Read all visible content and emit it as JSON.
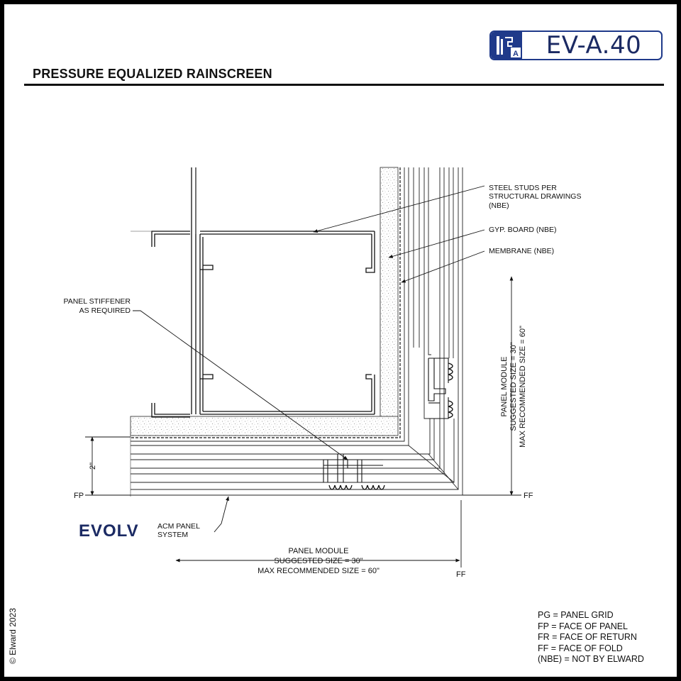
{
  "sheet": {
    "code": "EV-A.40",
    "title": "PRESSURE EQUALIZED RAINSCREEN",
    "copyright": "© Elward 2023",
    "badge_letter": "A"
  },
  "callouts": {
    "steel_studs": [
      "STEEL STUDS PER",
      "STRUCTURAL DRAWINGS",
      "(NBE)"
    ],
    "gyp_board": "GYP. BOARD  (NBE)",
    "membrane": "MEMBRANE  (NBE)",
    "panel_stiffener": [
      "PANEL STIFFENER",
      "AS REQUIRED"
    ],
    "acm_panel": [
      "ACM PANEL",
      "SYSTEM"
    ]
  },
  "brand": {
    "logo_text": "EVOLV"
  },
  "dimensions": {
    "vertical_module": [
      "PANEL MODULE",
      "SUGGESTED SIZE = 30\"",
      "MAX RECOMMENDED SIZE = 60\""
    ],
    "horizontal_module": [
      "PANEL MODULE",
      "SUGGESTED SIZE = 30\"",
      "MAX RECOMMENDED SIZE = 60\""
    ],
    "two_inch": "2\"",
    "fp_label": "FP",
    "ff_right_label": "FF",
    "ff_bottom_label": "FF"
  },
  "legend": [
    "PG = PANEL GRID",
    "FP = FACE OF PANEL",
    "FR = FACE OF RETURN",
    "FF = FACE OF FOLD",
    "(NBE) = NOT BY ELWARD"
  ]
}
